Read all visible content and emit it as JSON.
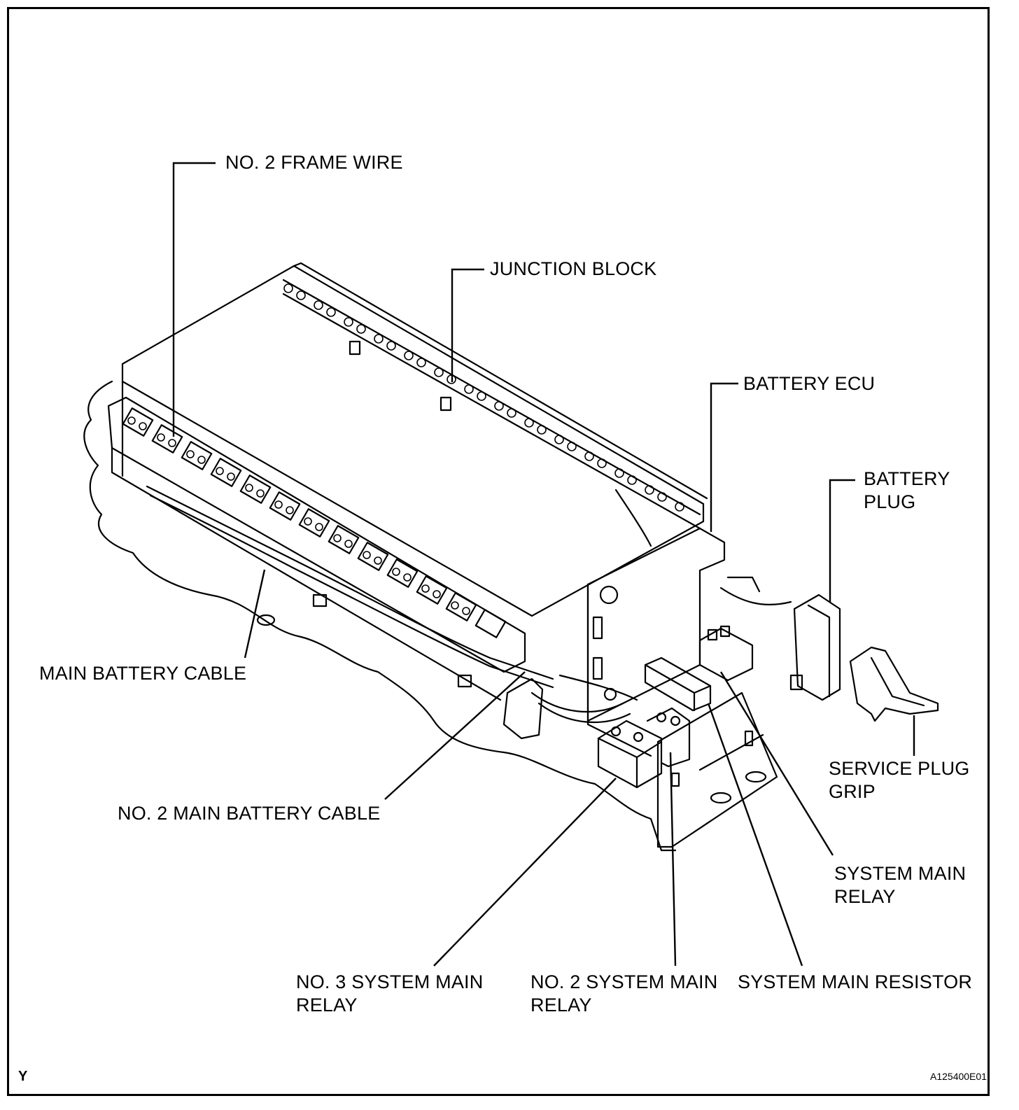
{
  "labels": {
    "no2_frame_wire": "NO. 2 FRAME WIRE",
    "junction_block": "JUNCTION BLOCK",
    "battery_ecu": "BATTERY ECU",
    "battery_plug": "BATTERY\nPLUG",
    "main_battery_cable": "MAIN BATTERY CABLE",
    "service_plug_grip": "SERVICE PLUG\nGRIP",
    "no2_main_battery_cable": "NO. 2 MAIN BATTERY CABLE",
    "system_main_relay": "SYSTEM MAIN\nRELAY",
    "no3_system_main_relay": "NO. 3 SYSTEM MAIN\nRELAY",
    "no2_system_main_relay": "NO. 2 SYSTEM MAIN\nRELAY",
    "system_main_resistor": "SYSTEM MAIN RESISTOR"
  },
  "corner_mark": "Y",
  "figure_id": "A125400E01"
}
